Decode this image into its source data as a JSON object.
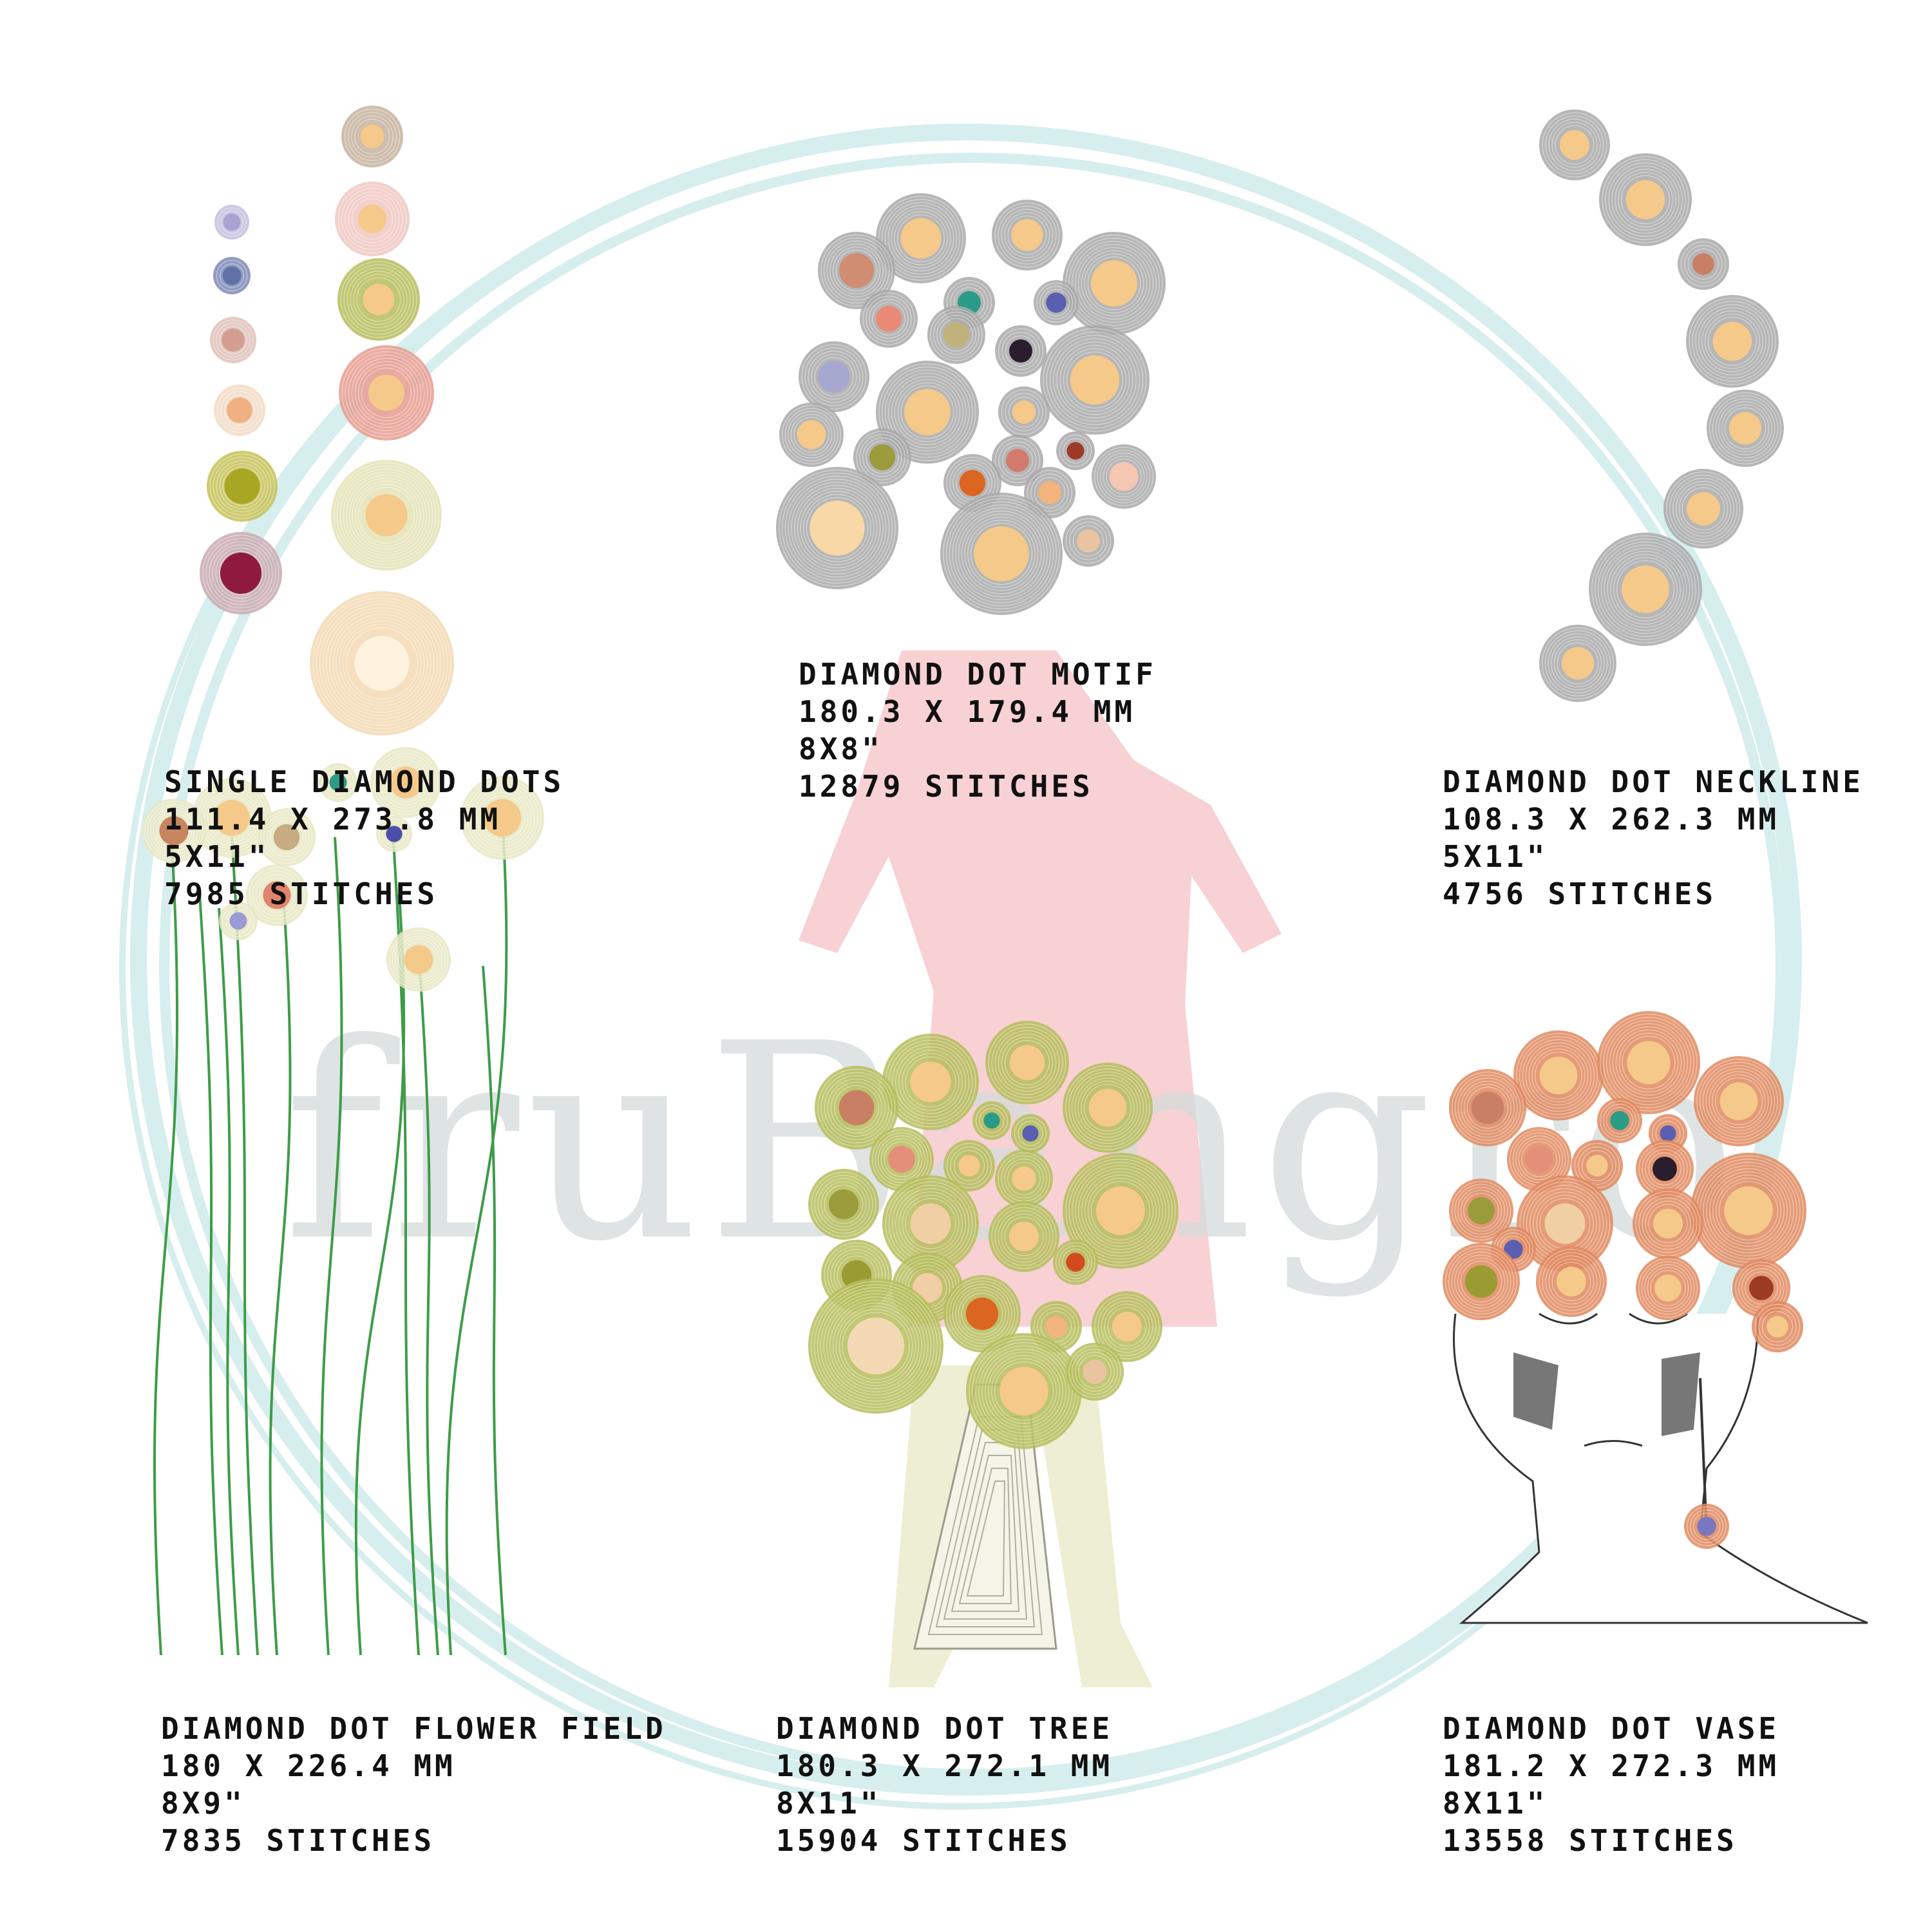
{
  "watermark": {
    "text": "fruBangro"
  },
  "colors": {
    "ring": "#d6eeed",
    "grey": "#a9a9a9",
    "green": "#b6bd5c",
    "peach": "#f3d9b3",
    "center": "#f5c98a",
    "orange": "#e18a5f",
    "stem": "#3f9b4a",
    "dress": "#f7c9cc",
    "legs": "#eeeed4"
  },
  "designs": [
    {
      "title": "Single diamond dots",
      "size_mm": "111.4 x 273.8 mm",
      "size_in": "5x11\"",
      "stitches": "7985 stitches"
    },
    {
      "title": "Diamond dot motif",
      "size_mm": "180.3 x 179.4 mm",
      "size_in": "8x8\"",
      "stitches": "12879 stitches"
    },
    {
      "title": "Diamond dot neckline",
      "size_mm": "108.3 x 262.3 mm",
      "size_in": "5x11\"",
      "stitches": "4756 stitches"
    },
    {
      "title": "Diamond dot flower field",
      "size_mm": "180 x 226.4 mm",
      "size_in": "8x9\"",
      "stitches": "7835 stitches"
    },
    {
      "title": "Diamond dot tree",
      "size_mm": "180.3 x 272.1 mm",
      "size_in": "8x11\"",
      "stitches": "15904 stitches"
    },
    {
      "title": "Diamond dot vase",
      "size_mm": "181.2 x 272.3 mm",
      "size_in": "8x11\"",
      "stitches": "13558 stitches"
    }
  ]
}
